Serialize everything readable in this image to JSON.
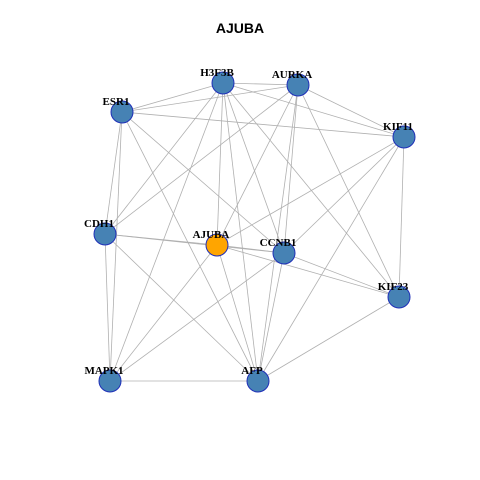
{
  "title": "AJUBA",
  "colors": {
    "node_fill": "#4682b4",
    "center_fill": "#ffa500",
    "node_border": "#1f2fb8",
    "edge": "#b0b0b0",
    "background": "#ffffff"
  },
  "nodes": [
    {
      "id": "H3F3B",
      "label": "H3F3B",
      "center": false
    },
    {
      "id": "AURKA",
      "label": "AURKA",
      "center": false
    },
    {
      "id": "ESR1",
      "label": "ESR1",
      "center": false
    },
    {
      "id": "KIF11",
      "label": "KIF11",
      "center": false
    },
    {
      "id": "CDH1",
      "label": "CDH1",
      "center": false
    },
    {
      "id": "AJUBA",
      "label": "AJUBA",
      "center": true
    },
    {
      "id": "CCNB1",
      "label": "CCNB1",
      "center": false
    },
    {
      "id": "KIF23",
      "label": "KIF23",
      "center": false
    },
    {
      "id": "MAPK1",
      "label": "MAPK1",
      "center": false
    },
    {
      "id": "AFP",
      "label": "AFP",
      "center": false
    }
  ],
  "edges": [
    [
      "ESR1",
      "H3F3B"
    ],
    [
      "ESR1",
      "AURKA"
    ],
    [
      "ESR1",
      "KIF11"
    ],
    [
      "ESR1",
      "CDH1"
    ],
    [
      "ESR1",
      "CCNB1"
    ],
    [
      "ESR1",
      "MAPK1"
    ],
    [
      "ESR1",
      "AFP"
    ],
    [
      "H3F3B",
      "AURKA"
    ],
    [
      "H3F3B",
      "KIF11"
    ],
    [
      "H3F3B",
      "CDH1"
    ],
    [
      "H3F3B",
      "AJUBA"
    ],
    [
      "H3F3B",
      "CCNB1"
    ],
    [
      "H3F3B",
      "KIF23"
    ],
    [
      "H3F3B",
      "MAPK1"
    ],
    [
      "H3F3B",
      "AFP"
    ],
    [
      "AURKA",
      "KIF11"
    ],
    [
      "AURKA",
      "CDH1"
    ],
    [
      "AURKA",
      "AJUBA"
    ],
    [
      "AURKA",
      "CCNB1"
    ],
    [
      "AURKA",
      "KIF23"
    ],
    [
      "AURKA",
      "AFP"
    ],
    [
      "KIF11",
      "AJUBA"
    ],
    [
      "KIF11",
      "CCNB1"
    ],
    [
      "KIF11",
      "KIF23"
    ],
    [
      "KIF11",
      "AFP"
    ],
    [
      "CDH1",
      "AJUBA"
    ],
    [
      "CDH1",
      "CCNB1"
    ],
    [
      "CDH1",
      "MAPK1"
    ],
    [
      "CDH1",
      "AFP"
    ],
    [
      "AJUBA",
      "CCNB1"
    ],
    [
      "AJUBA",
      "KIF23"
    ],
    [
      "AJUBA",
      "MAPK1"
    ],
    [
      "AJUBA",
      "AFP"
    ],
    [
      "CCNB1",
      "KIF23"
    ],
    [
      "CCNB1",
      "MAPK1"
    ],
    [
      "CCNB1",
      "AFP"
    ],
    [
      "KIF23",
      "AFP"
    ],
    [
      "MAPK1",
      "AFP"
    ]
  ]
}
